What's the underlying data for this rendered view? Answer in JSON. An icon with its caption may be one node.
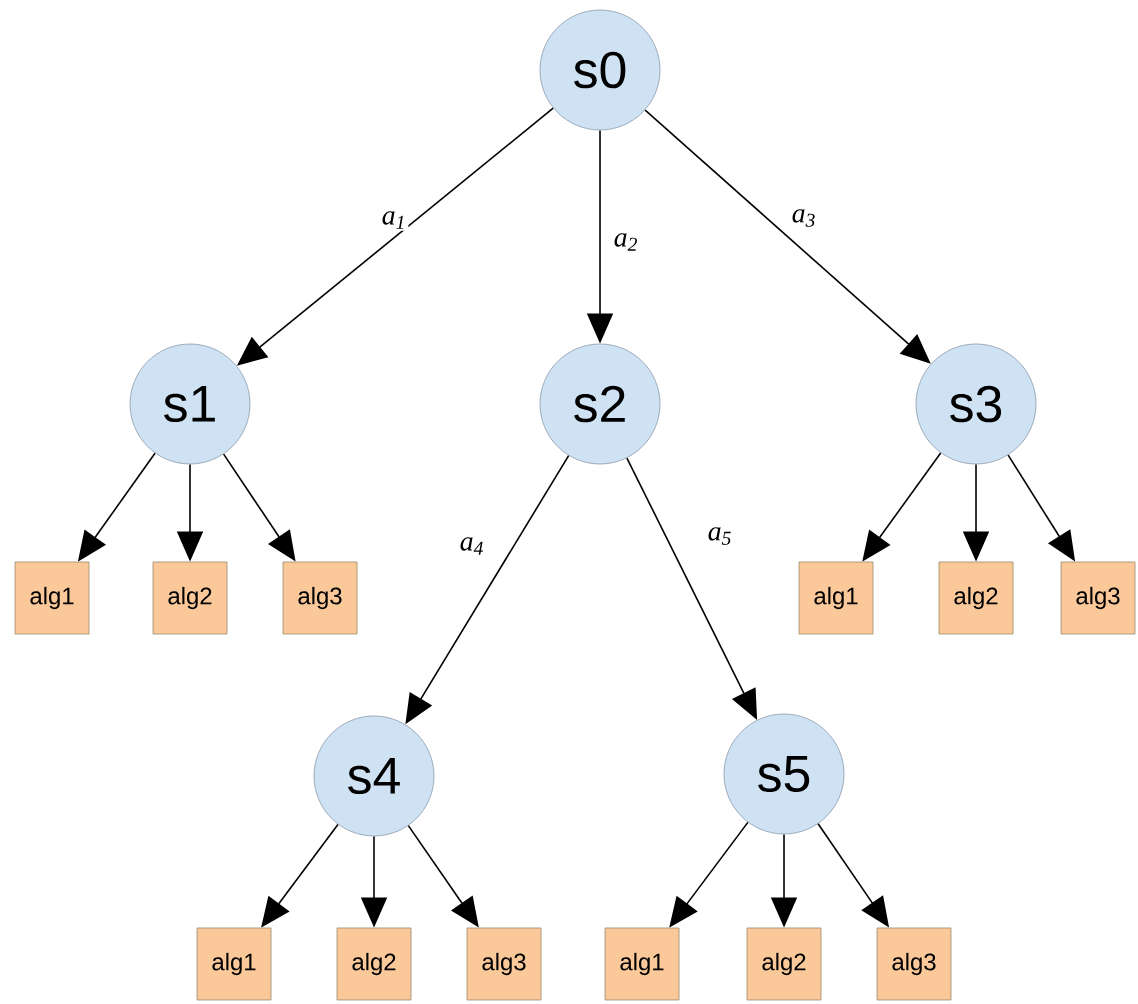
{
  "diagram": {
    "nodes": [
      {
        "text": [
          "s0"
        ]
      },
      {
        "text": [
          "s1"
        ]
      },
      {
        "text": [
          "s2"
        ]
      },
      {
        "text": [
          "s3"
        ]
      },
      {
        "text": [
          "alg1"
        ]
      },
      {
        "text": [
          "alg2"
        ]
      },
      {
        "text": [
          "alg3"
        ]
      },
      {
        "text": [
          "alg1"
        ]
      },
      {
        "text": [
          "alg2"
        ]
      },
      {
        "text": [
          "alg3"
        ]
      },
      {
        "text": [
          "s4"
        ]
      },
      {
        "text": [
          "s5"
        ]
      },
      {
        "text": [
          "alg1"
        ]
      },
      {
        "text": [
          "alg2"
        ]
      },
      {
        "text": [
          "alg3"
        ]
      },
      {
        "text": [
          "alg1"
        ]
      },
      {
        "text": [
          "alg2"
        ]
      },
      {
        "text": [
          "alg3"
        ]
      }
    ],
    "edges": [
      {
        "from": 0,
        "to": 1,
        "arrow": "to",
        "label": "*a*$_{1}$"
      },
      {
        "from": 0,
        "to": 2,
        "arrow": "to",
        "label": "*a*$_{2}$"
      },
      {
        "from": 0,
        "to": 3,
        "arrow": "to",
        "label": "*a*$_{3}$"
      },
      {
        "from": 1,
        "to": 4,
        "arrow": "to"
      },
      {
        "from": 1,
        "to": 5,
        "arrow": "to"
      },
      {
        "from": 1,
        "to": 6,
        "arrow": "to"
      },
      {
        "from": 3,
        "to": 7,
        "arrow": "to"
      },
      {
        "from": 3,
        "to": 8,
        "arrow": "to"
      },
      {
        "from": 3,
        "to": 9,
        "arrow": "to"
      },
      {
        "from": 2,
        "to": 10,
        "arrow": "to",
        "label": "*a*$_{4}$"
      },
      {
        "from": 2,
        "to": 11,
        "arrow": "to",
        "label": "*a*$_{5}$"
      },
      {
        "from": 10,
        "to": 12,
        "arrow": "to"
      },
      {
        "from": 10,
        "to": 13,
        "arrow": "to"
      },
      {
        "from": 10,
        "to": 14,
        "arrow": "to"
      },
      {
        "from": 11,
        "to": 15,
        "arrow": "to"
      },
      {
        "from": 11,
        "to": 16,
        "arrow": "to"
      },
      {
        "from": 11,
        "to": 17,
        "arrow": "to"
      }
    ]
  }
}
